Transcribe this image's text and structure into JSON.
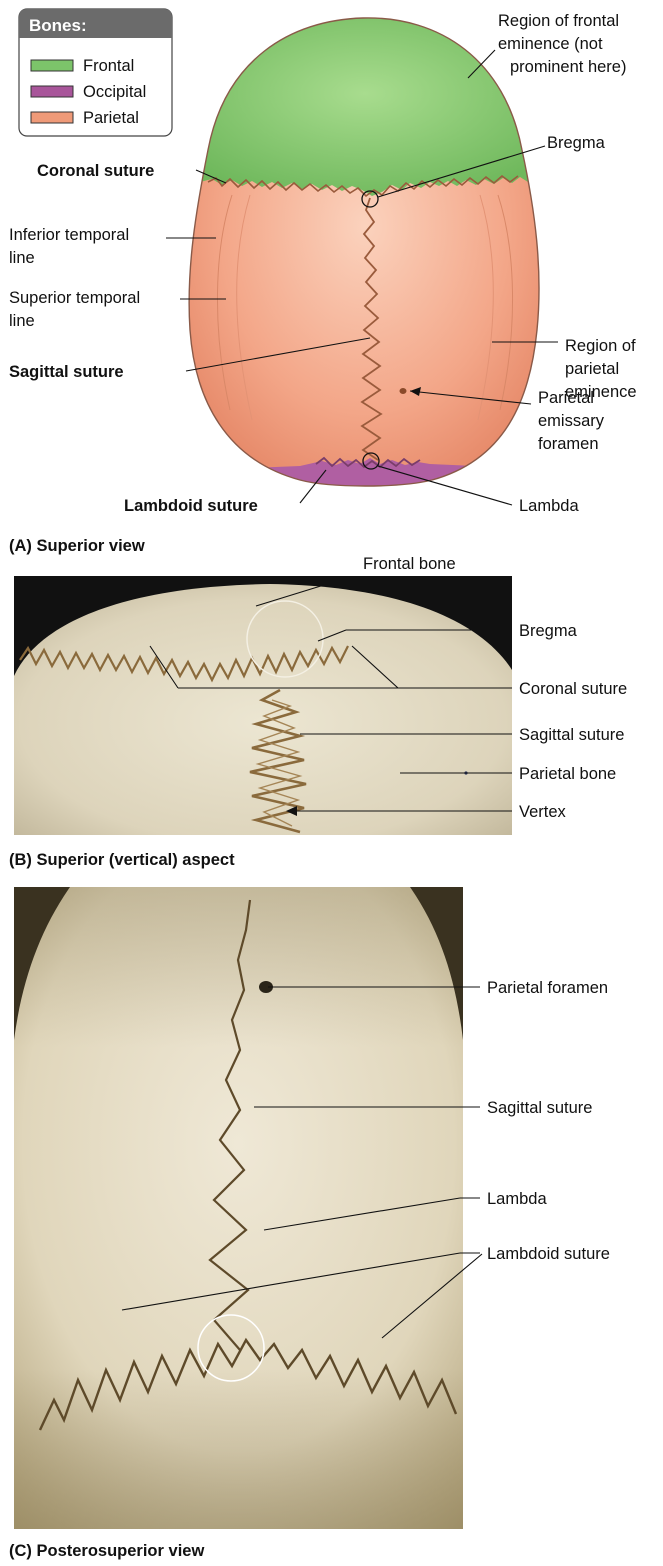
{
  "legend": {
    "title": "Bones:",
    "items": [
      {
        "label": "Frontal",
        "color": "#7cc46a"
      },
      {
        "label": "Occipital",
        "color": "#a8559a"
      },
      {
        "label": "Parietal",
        "color": "#ef9a78"
      }
    ]
  },
  "panel_a": {
    "caption": "(A) Superior view",
    "labels": {
      "frontal_eminence": [
        "Region of frontal",
        "eminence (not",
        "prominent here)"
      ],
      "bregma": "Bregma",
      "coronal_suture": "Coronal suture",
      "inferior_temporal_line": [
        "Inferior temporal",
        "line"
      ],
      "superior_temporal_line": [
        "Superior temporal",
        "line"
      ],
      "sagittal_suture": "Sagittal suture",
      "parietal_eminence": [
        "Region of",
        "parietal",
        "eminence"
      ],
      "parietal_emissary_foramen": [
        "Parietal",
        "emissary",
        "foramen"
      ],
      "lambdoid_suture": "Lambdoid suture",
      "lambda": "Lambda"
    }
  },
  "panel_b": {
    "caption": "(B) Superior (vertical) aspect",
    "labels": {
      "frontal_bone": "Frontal bone",
      "bregma": "Bregma",
      "coronal_suture": "Coronal suture",
      "sagittal_suture": "Sagittal suture",
      "parietal_bone": "Parietal bone",
      "vertex": "Vertex"
    }
  },
  "panel_c": {
    "caption": "(C) Posterosuperior view",
    "labels": {
      "parietal_foramen": "Parietal foramen",
      "sagittal_suture": "Sagittal suture",
      "lambda": "Lambda",
      "lambdoid_suture": "Lambdoid suture"
    }
  },
  "colors": {
    "frontal": "#7cc46a",
    "parietal": "#ef9a78",
    "occipital": "#a8559a",
    "legend_header": "#6b6b6b",
    "bone_photo": "#e4dcc4"
  }
}
